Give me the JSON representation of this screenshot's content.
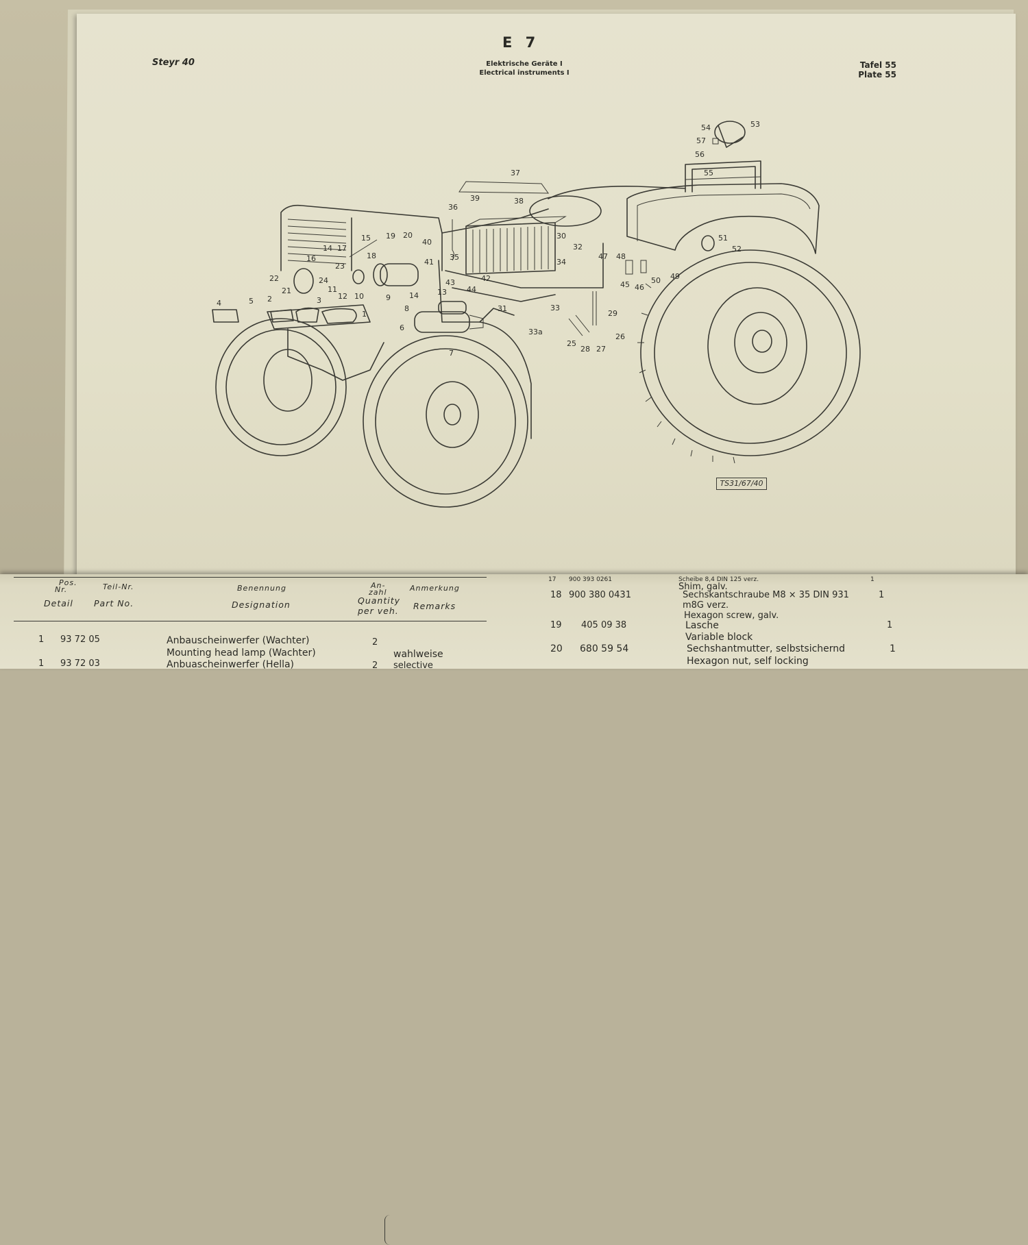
{
  "header": {
    "plate_id": "E 7",
    "model": "Steyr 40",
    "title_de": "Elektrische Geräte I",
    "title_en": "Electrical instruments I",
    "tafel": "Tafel 55",
    "plate": "Plate 55"
  },
  "diagram": {
    "drawing_code": "TS31/67/40",
    "callouts": [
      "1",
      "2",
      "3",
      "4",
      "5",
      "6",
      "7",
      "8",
      "9",
      "10",
      "11",
      "12",
      "13",
      "14",
      "14",
      "15",
      "16",
      "17",
      "18",
      "19",
      "20",
      "21",
      "22",
      "23",
      "24",
      "25",
      "26",
      "27",
      "28",
      "29",
      "30",
      "31",
      "32",
      "33",
      "33a",
      "34",
      "35",
      "36",
      "37",
      "38",
      "39",
      "40",
      "41",
      "42",
      "43",
      "44",
      "45",
      "46",
      "47",
      "48",
      "49",
      "50",
      "51",
      "52",
      "53",
      "54",
      "55",
      "56",
      "57"
    ]
  },
  "table": {
    "headers": {
      "pos": "Pos.",
      "nr": "Nr.",
      "teil_nr": "Teil-Nr.",
      "benennung": "Benennung",
      "anzahl_1": "An-",
      "anzahl_2": "zahl",
      "anmerkung": "Anmerkung",
      "detail": "Detail",
      "part_no": "Part No.",
      "designation": "Designation",
      "quantity_1": "Quantity",
      "quantity_2": "per veh.",
      "remarks": "Remarks"
    },
    "left_rows": [
      {
        "pos": "1",
        "part": "93 72 05",
        "name_de": "Anbauscheinwerfer (Wachter)",
        "name_en": "Mounting head lamp (Wachter)",
        "qty": "2",
        "remark_de": "wahlweise",
        "remark_en": "selective"
      },
      {
        "pos": "1",
        "part": "93 72 03",
        "name_de": "Anbuascheinwerfer (Hella)",
        "qty": "2"
      }
    ],
    "right_rows": [
      {
        "pos": "17",
        "part": "900 393 0261",
        "name_de": "Scheibe 8,4 DIN 125 verz.",
        "name_en": "Shim, galv.",
        "qty": "1"
      },
      {
        "pos": "18",
        "part": "900 380 0431",
        "name_de": "Sechskantschraube M8 × 35 DIN 931",
        "name_de2": "m8G verz.",
        "name_en": "Hexagon screw, galv.",
        "qty": "1"
      },
      {
        "pos": "19",
        "part": "405 09 38",
        "name_de": "Lasche",
        "name_en": "Variable block",
        "qty": "1"
      },
      {
        "pos": "20",
        "part": "680 59 54",
        "name_de": "Sechshantmutter, selbstsichernd",
        "name_en": "Hexagon nut, self locking",
        "qty": "1"
      }
    ]
  }
}
